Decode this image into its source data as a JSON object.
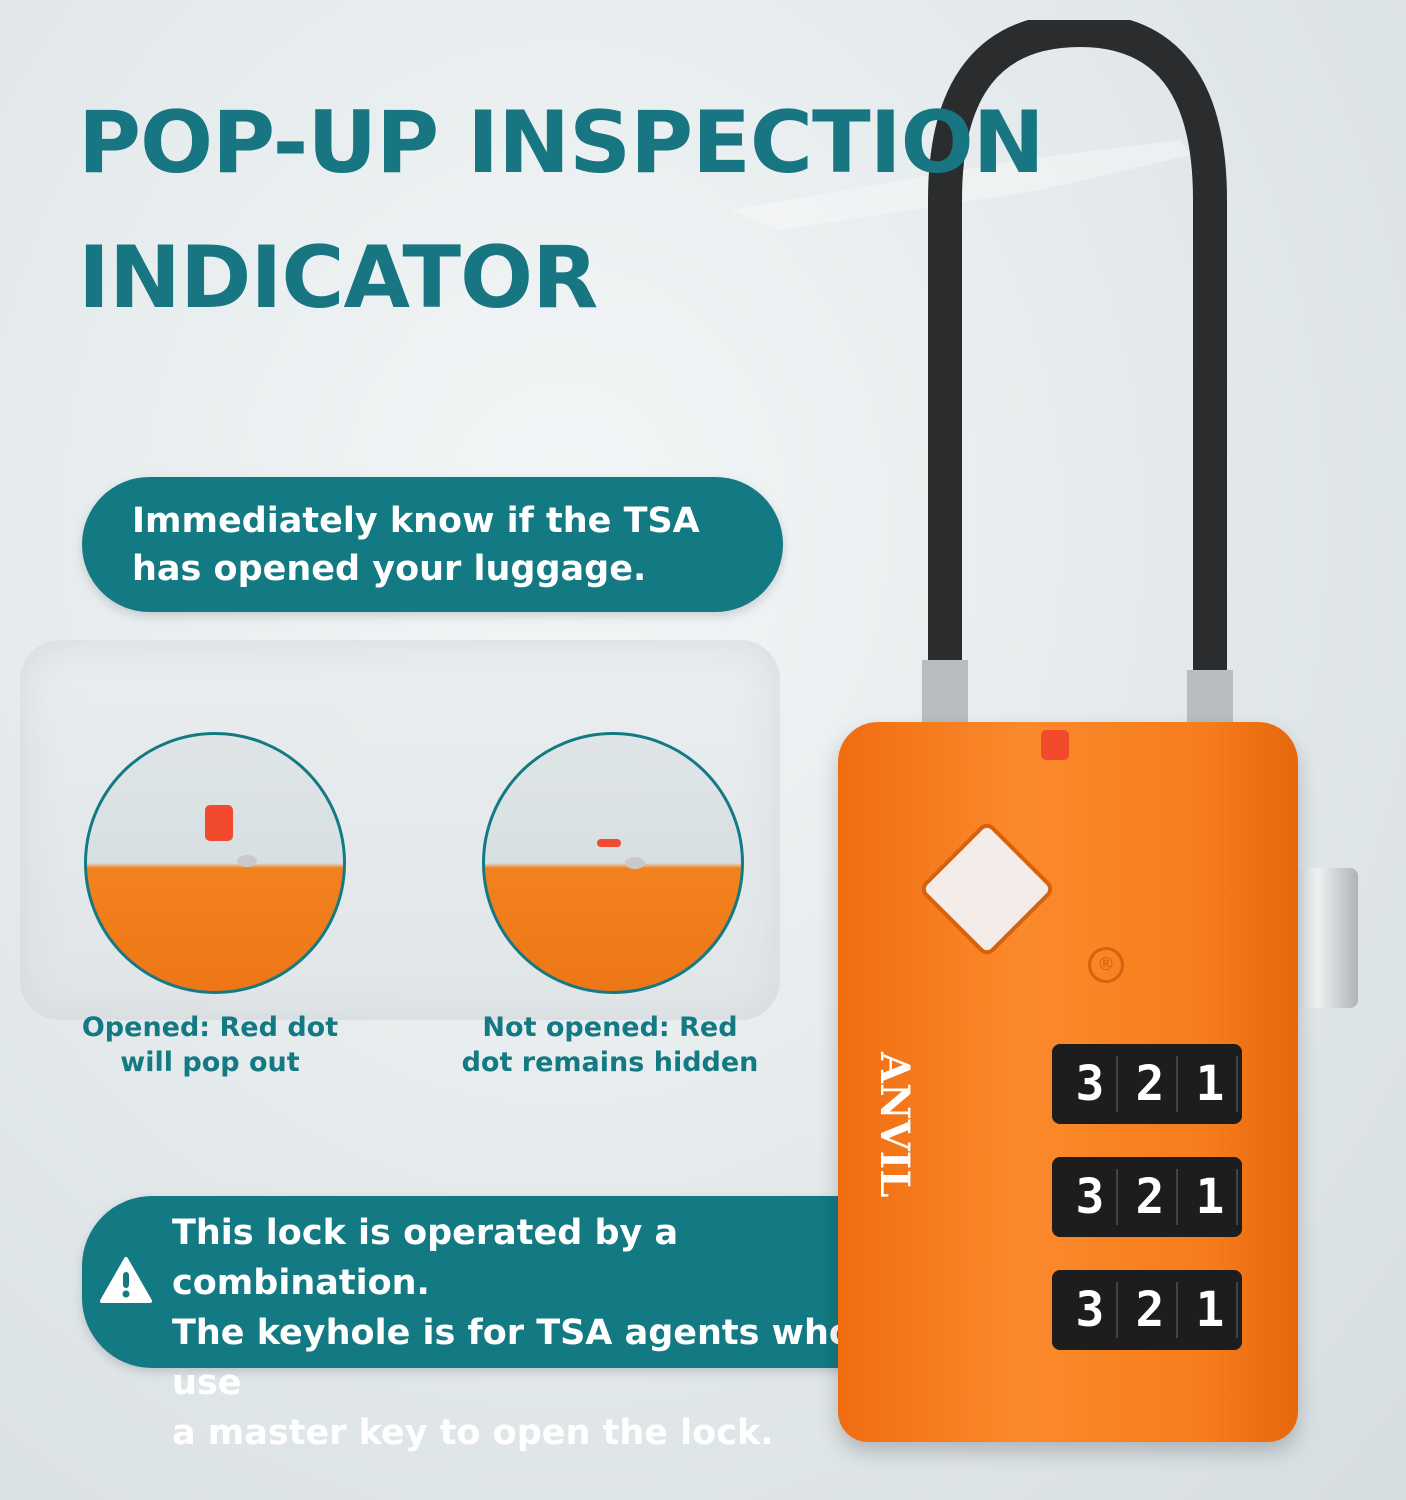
{
  "title": {
    "line1": "POP-UP INSPECTION",
    "line2": "INDICATOR"
  },
  "info_pill": {
    "line1": "Immediately know if the TSA",
    "line2": "has opened your luggage."
  },
  "states": [
    {
      "caption_line1": "Opened: Red dot",
      "caption_line2": "will pop out"
    },
    {
      "caption_line1": "Not opened: Red",
      "caption_line2": "dot remains hidden"
    }
  ],
  "warning_pill": {
    "icon": "warning-triangle-icon",
    "line1": "This lock is operated by a combination.",
    "line2": "The keyhole is for TSA agents who use",
    "line3": "a master key to open the lock."
  },
  "lock": {
    "brand": "ANVIL",
    "registered": "®",
    "dials": [
      [
        "3",
        "2",
        "1"
      ],
      [
        "3",
        "2",
        "1"
      ],
      [
        "3",
        "2",
        "1"
      ]
    ]
  },
  "colors": {
    "teal": "#137a83",
    "title": "#177681",
    "lock_orange": "#f77c1c",
    "indicator_red": "#f24a2c"
  }
}
